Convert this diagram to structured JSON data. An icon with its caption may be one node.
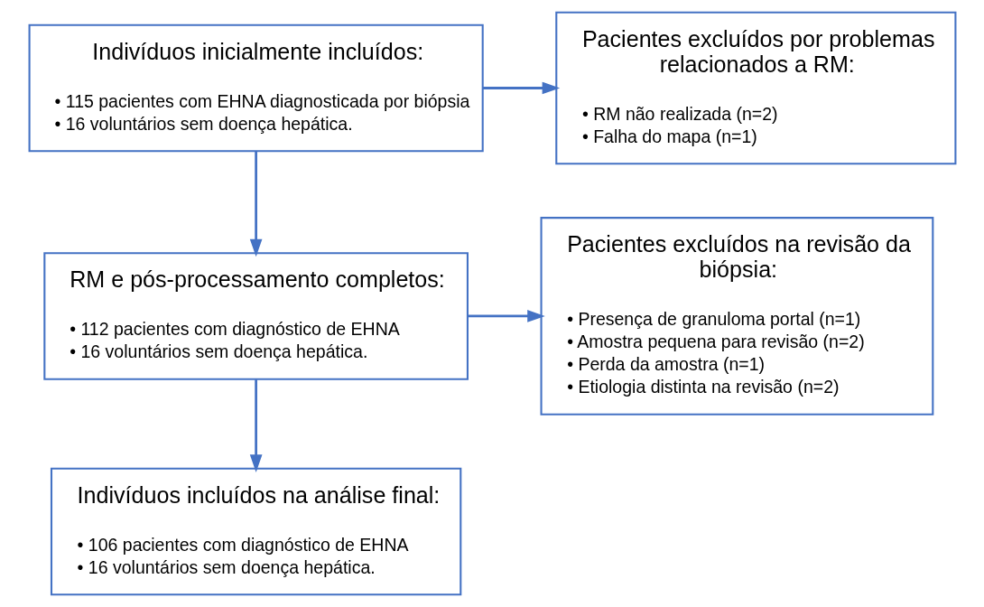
{
  "diagram": {
    "nodes": [
      {
        "text": [
          "Indivíduos inicialmente incluídos:",
          "• 115 pacientes com EHNA diagnosticada por biópsia",
          "• 16 voluntários sem doença hepática."
        ]
      },
      {
        "text": [
          "Pacientes excluídos por problemas relacionados a RM:",
          "• RM não realizada (n=2)",
          "• Falha do mapa (n=1)"
        ]
      },
      {
        "text": [
          "RM e pós-processamento completos:",
          "• 112 pacientes com diagnóstico de EHNA",
          "• 16 voluntários sem doença hepática."
        ]
      },
      {
        "text": [
          "Pacientes excluídos na revisão da biópsia:",
          "• Presença de granuloma portal (n=1)",
          "• Amostra pequena para revisão (n=2)",
          "• Perda da amostra (n=1)",
          "• Etiologia distinta na revisão (n=2)"
        ]
      },
      {
        "text": [
          "Indivíduos incluídos na análise final:",
          "• 106 pacientes com diagnóstico de EHNA",
          "• 16 voluntários sem doença hepática."
        ]
      }
    ],
    "edges": [
      {
        "from": 0,
        "to": 2,
        "arrow": "to"
      },
      {
        "from": 0,
        "to": 1,
        "arrow": "to"
      },
      {
        "from": 2,
        "to": 4,
        "arrow": "to"
      },
      {
        "from": 2,
        "to": 3,
        "arrow": "to"
      }
    ]
  }
}
